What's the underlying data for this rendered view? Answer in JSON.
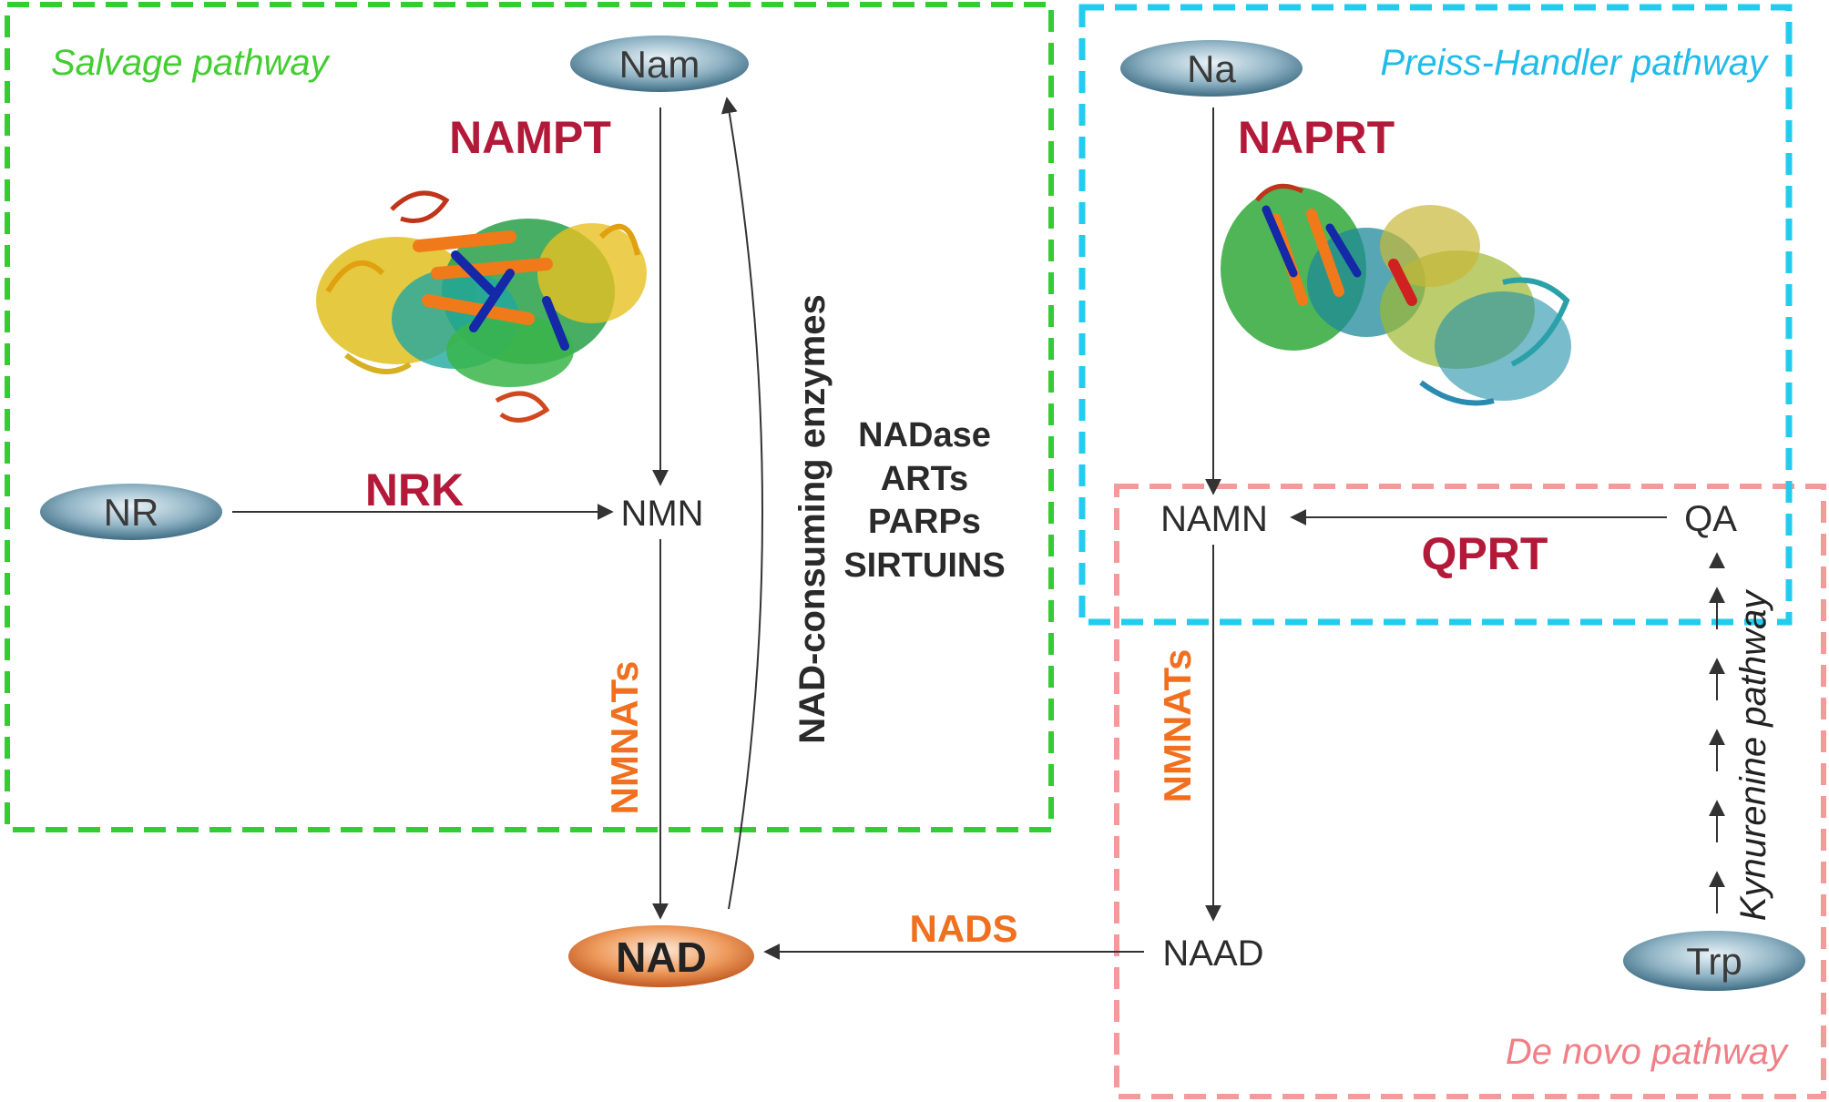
{
  "pathways": {
    "salvage": "Salvage pathway",
    "preiss_handler": "Preiss-Handler pathway",
    "de_novo": "De novo pathway",
    "kynurenine": "Kynurenine pathway"
  },
  "precursors": {
    "nam": "Nam",
    "nr": "NR",
    "na": "Na",
    "trp": "Trp",
    "nad": "NAD"
  },
  "metabolites": {
    "nmn": "NMN",
    "namn": "NAMN",
    "naad": "NAAD",
    "qa": "QA"
  },
  "enzymes": {
    "nampt": "NAMPT",
    "nrk": "NRK",
    "naprt": "NAPRT",
    "qprt": "QPRT",
    "nmnats_left": "NMNATs",
    "nmnats_right": "NMNATs",
    "nads": "NADS"
  },
  "consumers": {
    "label": "NAD-consuming enzymes",
    "list": [
      "NADase",
      "ARTs",
      "PARPs",
      "SIRTUINS"
    ]
  },
  "colors": {
    "salvage_box": "#33cc33",
    "preiss_handler_box": "#22ccee",
    "de_novo_box": "#f49a9a",
    "enzyme_red": "#b31a3a",
    "enzyme_orange": "#f07020"
  }
}
